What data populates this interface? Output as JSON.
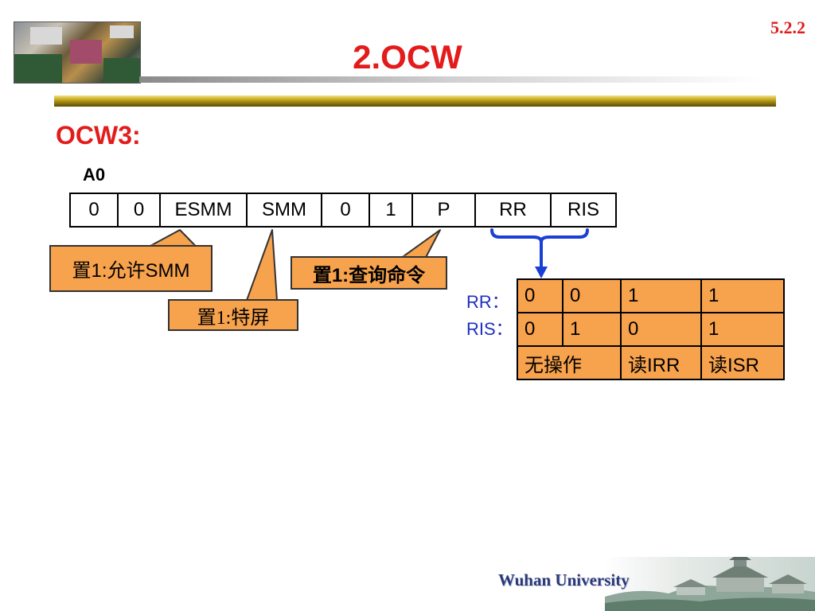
{
  "page_number": "5.2.2",
  "title": "2.OCW",
  "section": "OCW3:",
  "a0_label": "A0",
  "register_bits": [
    "0",
    "0",
    "ESMM",
    "SMM",
    "0",
    "1",
    "P",
    "RR",
    "RIS"
  ],
  "callouts": {
    "esmm": "置1:允许SMM",
    "smm": "置1:特屏",
    "p": "置1:查询命令"
  },
  "mode_labels": {
    "rr": "RR：",
    "ris": "RIS："
  },
  "mode_table": {
    "rr_row": [
      "0",
      "0",
      "1",
      "1"
    ],
    "ris_row": [
      "0",
      "1",
      "0",
      "1"
    ],
    "action_row": [
      "无操作",
      "读IRR",
      "读ISR"
    ]
  },
  "footer": "Wuhan University",
  "colors": {
    "title_red": "#e31b1b",
    "callout_orange": "#f7a24d",
    "connector_blue": "#1a3fd6",
    "label_blue": "#1f2fbf",
    "gold_bar": "#c9ac1e"
  }
}
